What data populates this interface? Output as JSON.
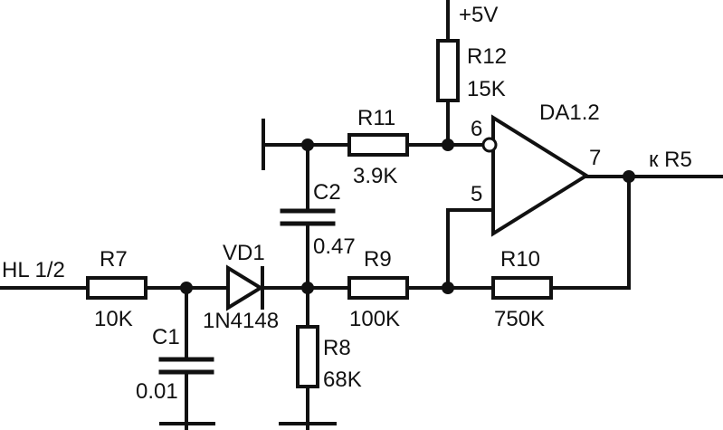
{
  "supply": {
    "label": "+5V"
  },
  "input": {
    "label": "HL 1/2"
  },
  "output": {
    "label": "к R5"
  },
  "opamp": {
    "ref": "DA1.2",
    "pin_inverting": "6",
    "pin_noninverting": "5",
    "pin_output": "7"
  },
  "components": {
    "r7": {
      "ref": "R7",
      "value": "10K"
    },
    "r8": {
      "ref": "R8",
      "value": "68K"
    },
    "r9": {
      "ref": "R9",
      "value": "100K"
    },
    "r10": {
      "ref": "R10",
      "value": "750K"
    },
    "r11": {
      "ref": "R11",
      "value": "3.9K"
    },
    "r12": {
      "ref": "R12",
      "value": "15K"
    },
    "c1": {
      "ref": "C1",
      "value": "0.01"
    },
    "c2": {
      "ref": "C2",
      "value": "0.47"
    },
    "vd1": {
      "ref": "VD1",
      "value": "1N4148"
    }
  }
}
